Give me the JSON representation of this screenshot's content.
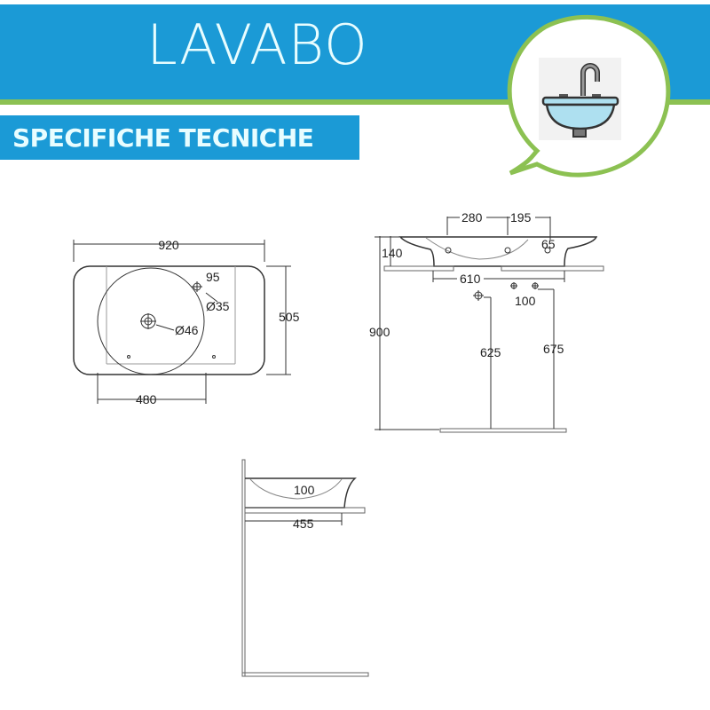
{
  "header": {
    "title": "LAVABO",
    "subtitle": "SPECIFICHE TECNICHE",
    "icon": "sink-icon"
  },
  "colors": {
    "blue": "#1b9ad6",
    "green": "#8cc152",
    "text": "#e8fdff"
  },
  "top_view": {
    "width": "920",
    "depth": "505",
    "bowl_offset": "480",
    "tap_offset": "95",
    "tap_hole": "Ø35",
    "drain": "Ø46"
  },
  "front_view": {
    "tap_a": "280",
    "tap_b": "195",
    "overflow": "65",
    "height": "140",
    "support": "610",
    "pipe_spacing": "100",
    "floor_height": "900",
    "drain_height": "625",
    "supply_height": "675"
  },
  "side_view": {
    "bowl_depth": "100",
    "projection": "455"
  }
}
